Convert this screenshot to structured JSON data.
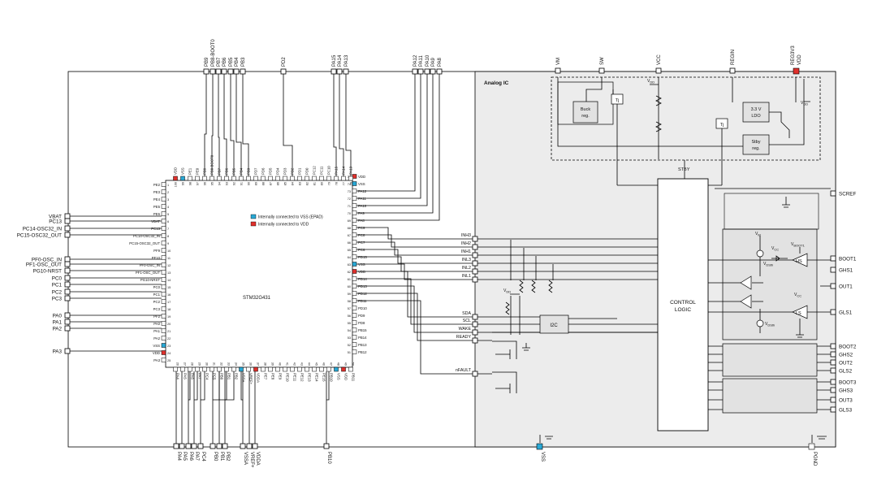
{
  "mcu": {
    "name": "STM32G431",
    "legend_vss": "Internally connected to VSS (EPAD)",
    "legend_vdd": "Internally connected to VDD",
    "left_internal": [
      "PE2",
      "PE3",
      "PE4",
      "PE5",
      "PE6",
      "VBAT",
      "PC13",
      "PC14-OSC32_IN",
      "PC15-OSC32_OUT",
      "PF9",
      "PF10",
      "PF0-OSC_IN",
      "PF1-OSC_OUT",
      "PG10-NRST",
      "PC0",
      "PC1",
      "PC2",
      "PC3",
      "PF2",
      "PA0",
      "PA1",
      "PA2",
      "VSS",
      "VDD",
      "PA3"
    ],
    "right_internal": [
      "VDD",
      "VSS",
      "PA12",
      "PA11",
      "PA10",
      "PA9",
      "PA8",
      "PC9",
      "PC8",
      "PC7",
      "PC6",
      "PD15",
      "VSS",
      "VDD",
      "PD14",
      "PD13",
      "PD12",
      "PD11",
      "PD10",
      "PD9",
      "PD8",
      "PB15",
      "PB14",
      "PB13",
      "PB12"
    ],
    "top_internal": [
      "VDD",
      "VSS",
      "PE1",
      "PE0",
      "PB9",
      "PB8-BOOT0",
      "PB7",
      "PB6",
      "PB5",
      "PB4",
      "PB3",
      "PD7",
      "PD6",
      "PD5",
      "PD4",
      "PD3",
      "PD2",
      "PD1",
      "PD0",
      "PC12",
      "PC11",
      "PC10",
      "PA15",
      "PA14",
      "PA13"
    ],
    "bottom_internal": [
      "PA4",
      "PA5",
      "PA6",
      "PA7",
      "PC4",
      "PC5",
      "PB0",
      "PB1",
      "PB2",
      "VSSA",
      "VREF+",
      "VDDA",
      "PE7",
      "PE8",
      "PE9",
      "PE10",
      "PE11",
      "PE12",
      "PE13",
      "PE14",
      "PE15",
      "PB10",
      "VSS",
      "VDD",
      "PB11"
    ],
    "right_numbers": [
      "75",
      "74",
      "73",
      "72",
      "71",
      "70",
      "69",
      "68",
      "67",
      "66",
      "65",
      "64",
      "63",
      "62",
      "61",
      "60",
      "59",
      "58",
      "57",
      "56",
      "55",
      "54",
      "53",
      "52",
      "51"
    ],
    "top_numbers": [
      "100",
      "99",
      "98",
      "97",
      "96",
      "95",
      "94",
      "93",
      "92",
      "91",
      "90",
      "89",
      "88",
      "87",
      "86",
      "85",
      "84",
      "83",
      "82",
      "81",
      "80",
      "79",
      "78",
      "77",
      "76"
    ],
    "bottom_numbers": [
      "26",
      "27",
      "28",
      "29",
      "30",
      "31",
      "32",
      "33",
      "34",
      "35",
      "36",
      "37",
      "38",
      "39",
      "40",
      "41",
      "42",
      "43",
      "44",
      "45",
      "46",
      "47",
      "48",
      "49",
      "50"
    ]
  },
  "ext_left": [
    "VBAT",
    "PC13",
    "PC14-OSC32_IN",
    "PC15-OSC32_OUT",
    "PF0-OSC_IN",
    "PF1-OSC_OUT",
    "PG10-NRST",
    "PC0",
    "PC1",
    "PC2",
    "PC3",
    "PA0",
    "PA1",
    "PA2",
    "PA3"
  ],
  "ext_top": [
    "PB9",
    "PB8-BOOT0",
    "PB7",
    "PB6",
    "PB5",
    "PB4",
    "PB3",
    "PD2",
    "PA15",
    "PA14",
    "PA13",
    "PA12",
    "PA11",
    "PA10",
    "PA9",
    "PA8"
  ],
  "ext_bottom": [
    "PA4",
    "PA5",
    "PA6",
    "PA7",
    "PC4",
    "PB0",
    "PB1",
    "PB2",
    "VSSA",
    "VREF+",
    "VDDA",
    "PB10"
  ],
  "analog": {
    "title": "Analog IC",
    "top_pins": [
      "VM",
      "SW",
      "VCC",
      "REGIN",
      "REG3V3",
      "VDD"
    ],
    "buck_l1": "Buck",
    "buck_l2": "reg.",
    "tj": "Tj",
    "ldo_l1": "3.3 V",
    "ldo_l2": "LDO",
    "stby_l1": "Stby",
    "stby_l2": "reg.",
    "stby_signal": "STBY",
    "control_l1": "CONTROL",
    "control_l2": "LOGIC",
    "i2c": "I2C",
    "inputs": [
      "INH3",
      "INH2",
      "INH1",
      "INL3",
      "INL2",
      "INL1",
      "SDA",
      "SCL",
      "WAKE",
      "READY",
      "nFAULT"
    ],
    "right_pins": [
      "SCREF",
      "BOOT1",
      "GHS1",
      "OUT1",
      "GLS1",
      "BOOT2",
      "GHS2",
      "OUT2",
      "GLS2",
      "BOOT3",
      "GHS3",
      "OUT3",
      "GLS3"
    ],
    "hs": "HS",
    "ls": "LS",
    "vm": "V",
    "vm_sub": "M",
    "vcc": "V",
    "vcc_sub": "CC",
    "vboot": "V",
    "vboot_sub": "BOOT1",
    "vdsth": "V",
    "vdsth_sub": "DSth",
    "vdd_lbl": "V",
    "vdd_sub": "DD",
    "vss": "VSS",
    "pgnd": "PGND"
  },
  "colors": {
    "vss_marker": "#29a9d6",
    "vdd_marker": "#e0302c",
    "analog_fill": "#ececec",
    "block_fill": "#e2e2e2"
  }
}
